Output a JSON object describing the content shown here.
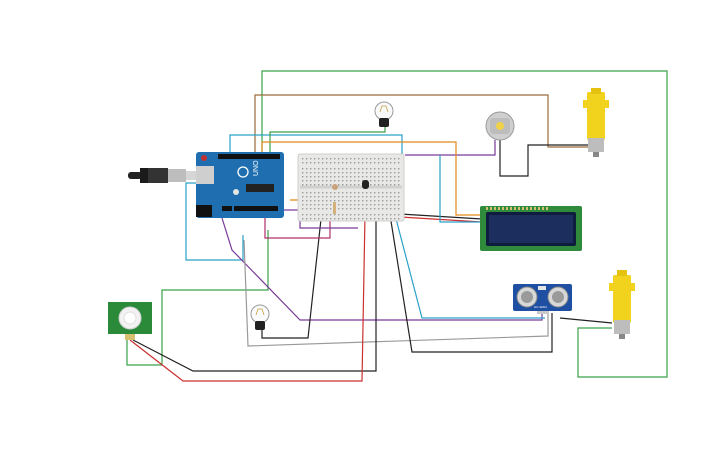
{
  "circuit": {
    "arduino_brand": "UNO",
    "lcd_text": "",
    "ultrasonic_label": "HC-SR04"
  },
  "colors": {
    "background": "#ffffff",
    "arduino_board": "#1f6fb0",
    "breadboard": "#e8e8e6",
    "lcd_frame": "#2f8a3c",
    "lcd_screen": "#1c2e5e",
    "ultrasonic_board": "#1e4fa3",
    "motor_body": "#f1d21c",
    "pir_board": "#2b8a3a",
    "wire_green": "#3aa04a",
    "wire_brown": "#9a6a3a",
    "wire_black": "#222222",
    "wire_red": "#cc2f2f",
    "wire_purple": "#7a3a9a",
    "wire_cyan": "#2aa0c8",
    "wire_grey": "#9a9a9a",
    "wire_orange": "#e08a1a",
    "wire_magenta": "#b0306a"
  },
  "components": [
    {
      "name": "arduino-uno",
      "icon": "microcontroller-icon"
    },
    {
      "name": "breadboard",
      "icon": "breadboard-icon"
    },
    {
      "name": "lightbulb-top",
      "icon": "lightbulb-icon"
    },
    {
      "name": "lightbulb-bottom",
      "icon": "lightbulb-icon"
    },
    {
      "name": "dc-motor",
      "icon": "motor-icon"
    },
    {
      "name": "geared-motor-top",
      "icon": "gear-motor-icon"
    },
    {
      "name": "geared-motor-bottom",
      "icon": "gear-motor-icon"
    },
    {
      "name": "lcd-16x2",
      "icon": "lcd-icon"
    },
    {
      "name": "ultrasonic-sensor",
      "icon": "ultrasonic-icon"
    },
    {
      "name": "pir-sensor",
      "icon": "pir-icon"
    },
    {
      "name": "usb-cable",
      "icon": "usb-cable-icon"
    }
  ]
}
